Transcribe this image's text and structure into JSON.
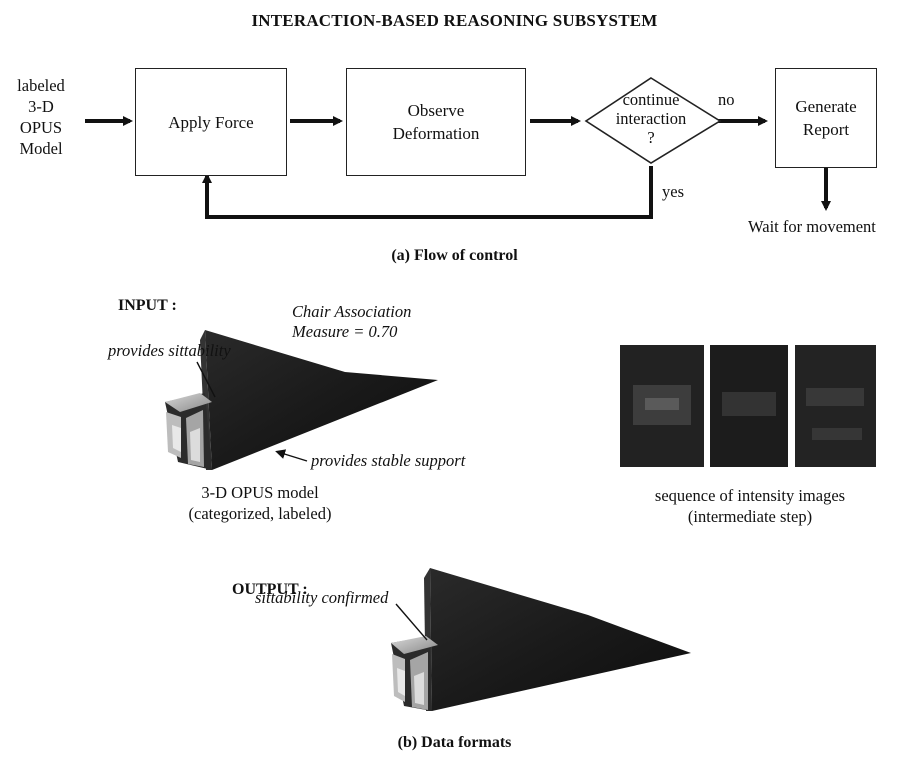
{
  "title": "INTERACTION-BASED REASONING SUBSYSTEM",
  "flow": {
    "input_label": "labeled\n3-D\nOPUS\nModel",
    "steps": [
      "Apply Force",
      "Observe\nDeformation",
      "Generate\nReport"
    ],
    "decision": "continue\ninteraction\n?",
    "no_label": "no",
    "yes_label": "yes",
    "end_label": "Wait for movement",
    "caption": "(a) Flow of control"
  },
  "input": {
    "heading": "INPUT :",
    "measure": "Chair Association\nMeasure = 0.70",
    "annotation_seat": "provides sittability",
    "annotation_support": "provides stable support",
    "model_caption": "3-D OPUS model\n(categorized, labeled)",
    "images_caption": "sequence of intensity images\n(intermediate step)"
  },
  "output": {
    "heading": "OUTPUT :",
    "annotation": "sittability confirmed",
    "caption": "(b) Data formats"
  }
}
